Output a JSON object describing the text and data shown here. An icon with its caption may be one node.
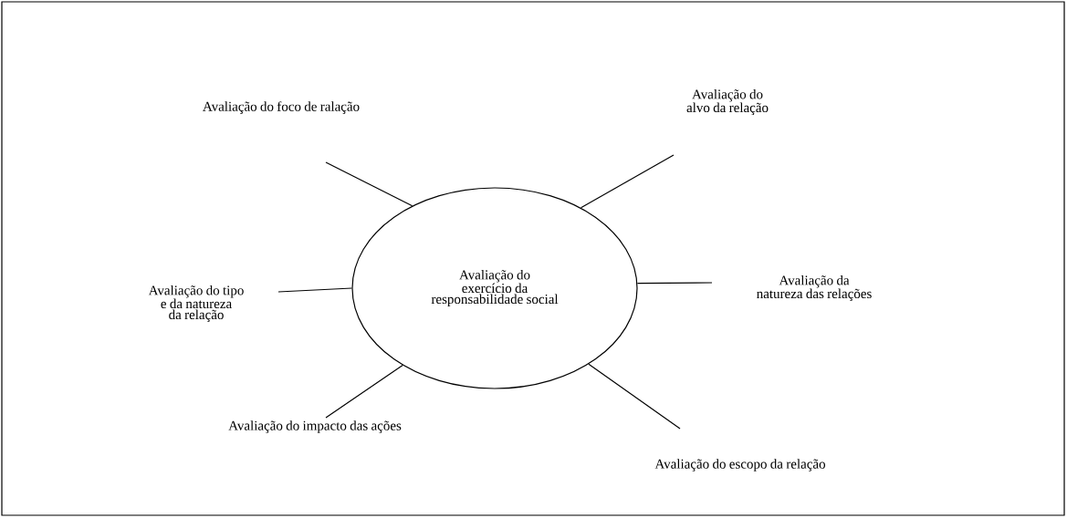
{
  "diagram": {
    "nodes": [
      {
        "text": [
          "Avaliação do exercício da responsabilidade social"
        ]
      },
      {
        "text": [
          "Avaliação do foco de ralação"
        ]
      },
      {
        "text": [
          "Avaliação do alvo da relação"
        ]
      },
      {
        "text": [
          "Avaliação do tipo e da natureza da relação"
        ]
      },
      {
        "text": [
          "Avaliação da natureza das relações"
        ]
      },
      {
        "text": [
          "Avaliação do impacto das ações"
        ]
      },
      {
        "text": [
          "Avaliação do escopo da relação"
        ]
      }
    ],
    "edges": [
      {
        "from": 0,
        "to": 1,
        "arrow": "none"
      },
      {
        "from": 0,
        "to": 2,
        "arrow": "none"
      },
      {
        "from": 0,
        "to": 3,
        "arrow": "none"
      },
      {
        "from": 0,
        "to": 4,
        "arrow": "none"
      },
      {
        "from": 0,
        "to": 5,
        "arrow": "none"
      },
      {
        "from": 0,
        "to": 6,
        "arrow": "none"
      }
    ]
  }
}
